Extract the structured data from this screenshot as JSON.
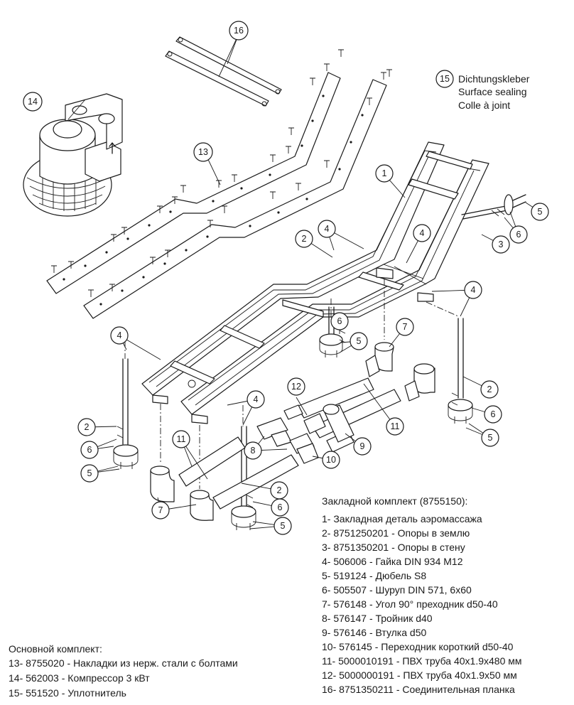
{
  "callouts": {
    "c1": "1",
    "c2": "2",
    "c3": "3",
    "c4": "4",
    "c5": "5",
    "c6": "6",
    "c7": "7",
    "c8": "8",
    "c9": "9",
    "c10": "10",
    "c11": "11",
    "c12": "12",
    "c13": "13",
    "c14": "14",
    "c15": "15",
    "c16": "16"
  },
  "sealant_note": {
    "line1": "Dichtungskleber",
    "line2": "Surface sealing",
    "line3": "Colle à joint"
  },
  "install_kit": {
    "title": "Закладной комплект (8755150):",
    "items": [
      "1- Закладная деталь аэромассажа",
      "2- 8751250201 - Опоры в землю",
      "3- 8751350201 - Опоры в стену",
      "4- 506006 - Гайка DIN 934 M12",
      "5- 519124 - Дюбель S8",
      "6- 505507 - Шуруп DIN 571, 6x60",
      "7- 576148 - Угол 90° преходник d50-40",
      "8- 576147 - Тройник d40",
      "9- 576146 - Втулка d50",
      "10- 576145 - Переходник короткий d50-40",
      "11- 5000010191 - ПВХ труба 40x1.9x480 мм",
      "12- 5000000191 - ПВХ труба 40x1.9x50 мм",
      "16- 8751350211 - Соединительная планка"
    ]
  },
  "main_kit": {
    "title": "Основной комплект:",
    "items": [
      "13- 8755020 - Накладки из нерж. стали с болтами",
      "14- 562003 - Компрессор 3 кВт",
      "15- 551520 - Уплотнитель"
    ]
  }
}
